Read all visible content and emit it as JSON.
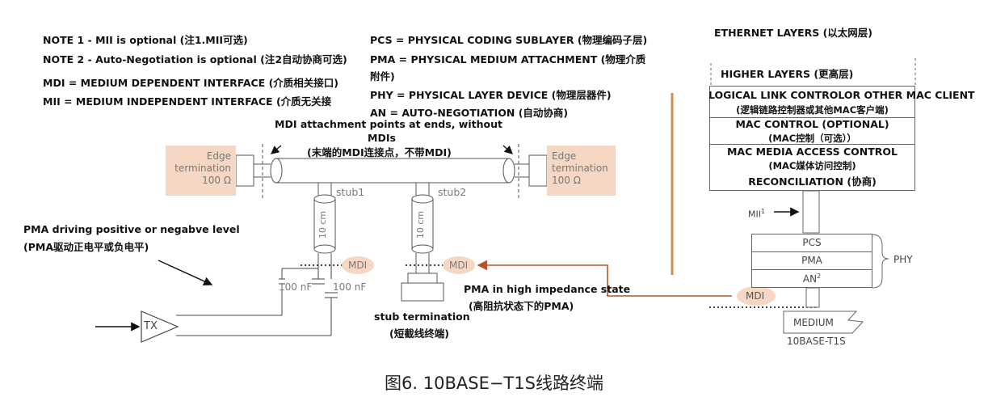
{
  "notes": {
    "note1": "NOTE 1 - MII is optional (注1.MII可选)",
    "note2": "NOTE 2  - Auto-Negotiation is optional (注2自动协商可选)",
    "mdi": "MDI = MEDIUM DEPENDENT INTERFACE (介质相关接口)",
    "mii": "MII = MEDIUM INDEPENDENT INTERFACE (介质无关接"
  },
  "defs": {
    "pcs": "PCS = PHYSICAL CODING SUBLAYER (物理编码子层)",
    "pma_line1": "PMA = PHYSICAL MEDIUM ATTACHMENT (物理介质",
    "pma_line2": "附件)",
    "phy": "PHY = PHYSICAL LAYER DEVICE (物理层器件)",
    "an": "AN = AUTO-NEGOTIATION (自动协商)"
  },
  "left_diagram": {
    "mdi_points_line1": "MDI attachment points at ends, without",
    "mdi_points_line2": "MDIs",
    "mdi_points_line3": "(末端的MDI连接点，不带MDI)",
    "edge_left": [
      "Edge",
      "termination",
      "100 Ω"
    ],
    "edge_right": [
      "Edge",
      "termination",
      "100 Ω"
    ],
    "stub1": "stub1",
    "stub2": "stub2",
    "cable_len1": "10 cm",
    "cable_len2": "10 cm",
    "mdi1": "MDI",
    "mdi2": "MDI",
    "cap1": "100 nF",
    "cap2": "100 nF",
    "pma_drive_line1": "PMA driving positive or negabve level",
    "pma_drive_line2": "(PMA驱动正电平或负电平)",
    "tx": "TX",
    "stub_term_line1": "stub termination",
    "stub_term_line2": "(短截线终端)",
    "high_imp_line1": "PMA in high impedance state",
    "high_imp_line2": "(高阻抗状态下的PMA)"
  },
  "stack": {
    "title": "ETHERNET LAYERS (以太网层)",
    "higher": "HIGHER LAYERS (更高层)",
    "llc_line1": "LOGICAL LINK CONTROLOR OTHER MAC CLIENT",
    "llc_line2": "(逻辑链路控制器或其他MAC客户端)",
    "macctl_line1": "MAC CONTROL (OPTIONAL)",
    "macctl_line2": "(MAC控制（可选））",
    "mac_line1": "MAC MEDIA ACCESS CONTROL",
    "mac_line2": "(MAC媒体访问控制)",
    "reconciliation": "RECONCILIATION (协商)",
    "mii_label": "MII",
    "mii_sup": "1",
    "pcs": "PCS",
    "pma": "PMA",
    "an": "AN",
    "an_sup": "2",
    "phy": "PHY",
    "mdi": "MDI",
    "medium": "MEDIUM",
    "std": "10BASE-T1S"
  },
  "caption": "图6. 10BASE−T1S线路终端",
  "colors": {
    "highlight": "#f6d7c3",
    "arrow": "#b5532a",
    "divider": "#d98a4a"
  }
}
